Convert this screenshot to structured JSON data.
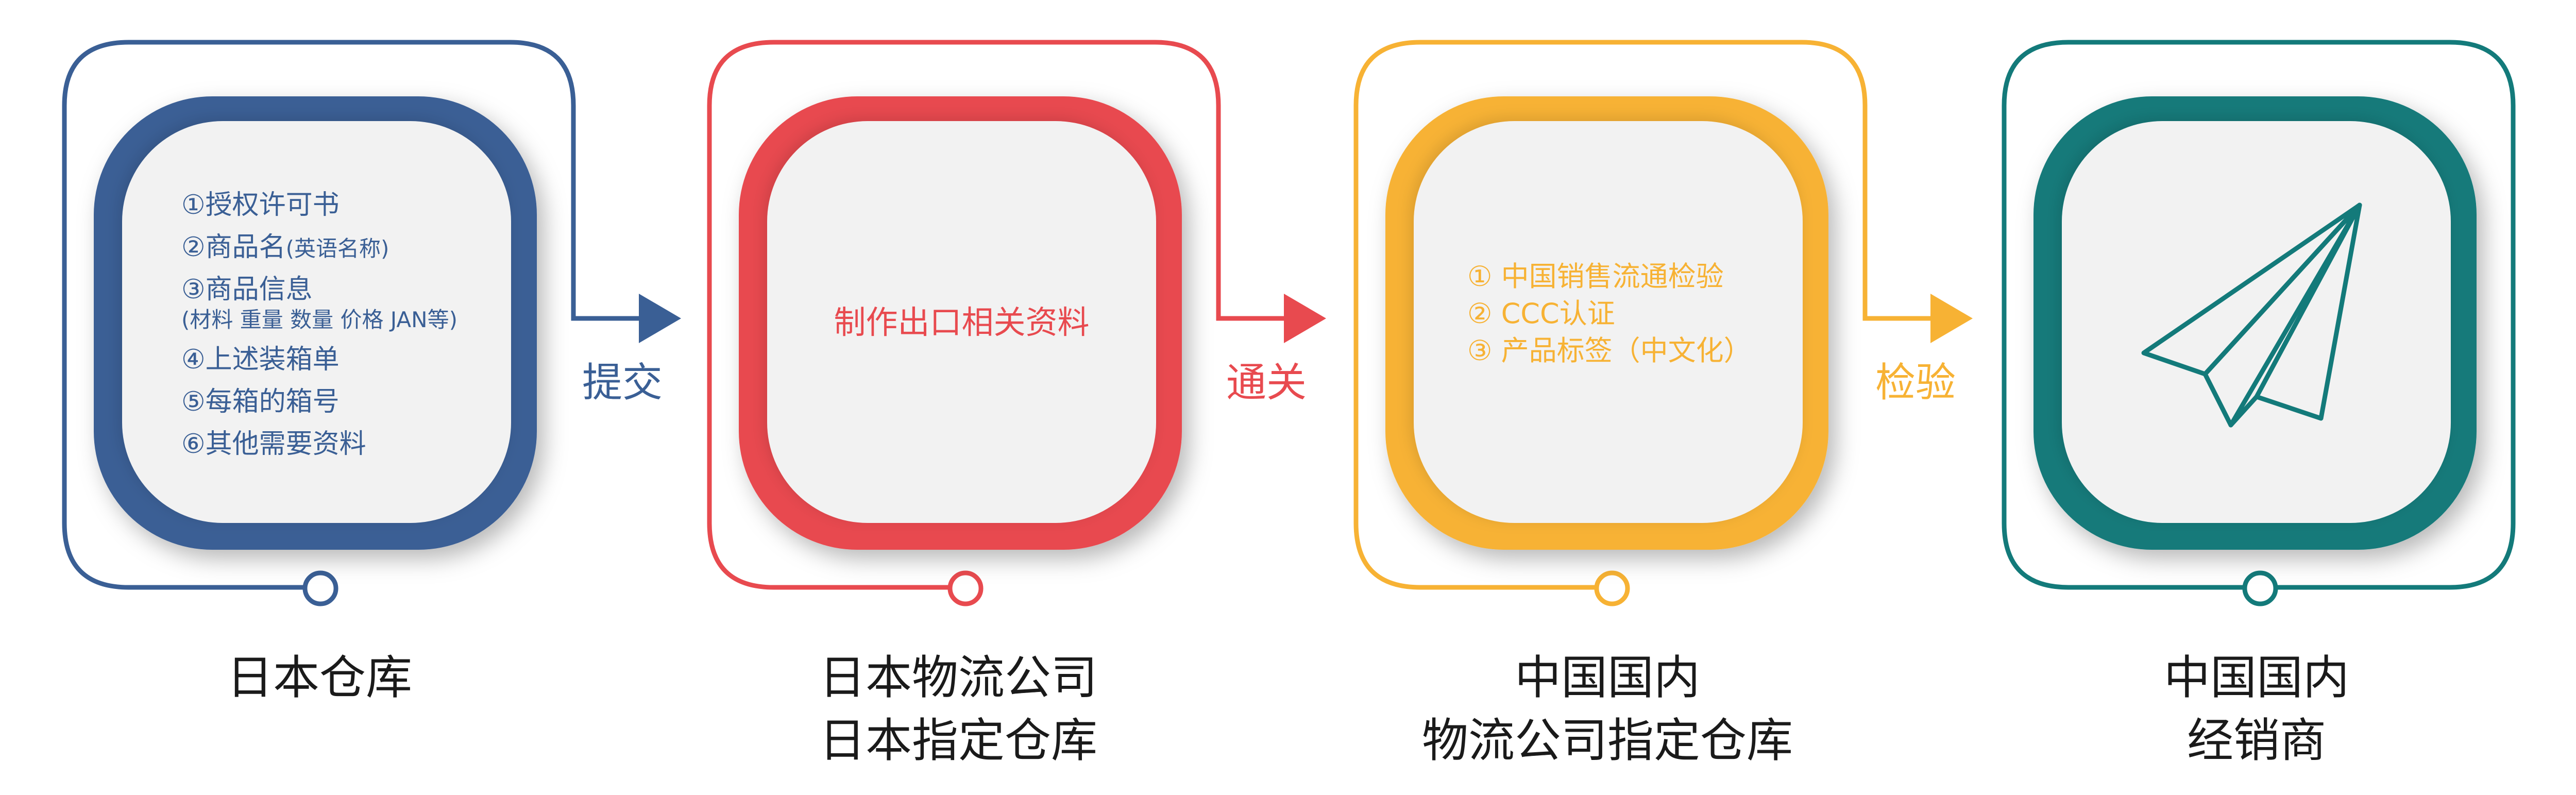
{
  "colors": {
    "blue": "#3a5f95",
    "red": "#e84a4f",
    "yellow": "#f7b234",
    "teal": "#137a7a",
    "card_face": "#f2f2f2"
  },
  "step1": {
    "items": [
      "①授权许可书",
      "②商品名",
      "③商品信息",
      "④上述装箱单",
      "⑤每箱的箱号",
      "⑥其他需要资料"
    ],
    "item2_note": "(英语名称)",
    "item3_note": "(材料 重量 数量 价格 JAN等)",
    "caption": [
      "日本仓库"
    ]
  },
  "arrow1_label": "提交",
  "step2": {
    "text": "制作出口相关资料",
    "caption": [
      "日本物流公司",
      "日本指定仓库"
    ]
  },
  "arrow2_label": "通关",
  "step3": {
    "items": [
      "① 中国销售流通检验",
      "② CCC认证",
      "③ 产品标签（中文化）"
    ],
    "caption": [
      "中国国内",
      "物流公司指定仓库"
    ]
  },
  "arrow3_label": "检验",
  "step4": {
    "icon": "paper-plane-icon",
    "caption": [
      "中国国内",
      "经销商"
    ]
  }
}
